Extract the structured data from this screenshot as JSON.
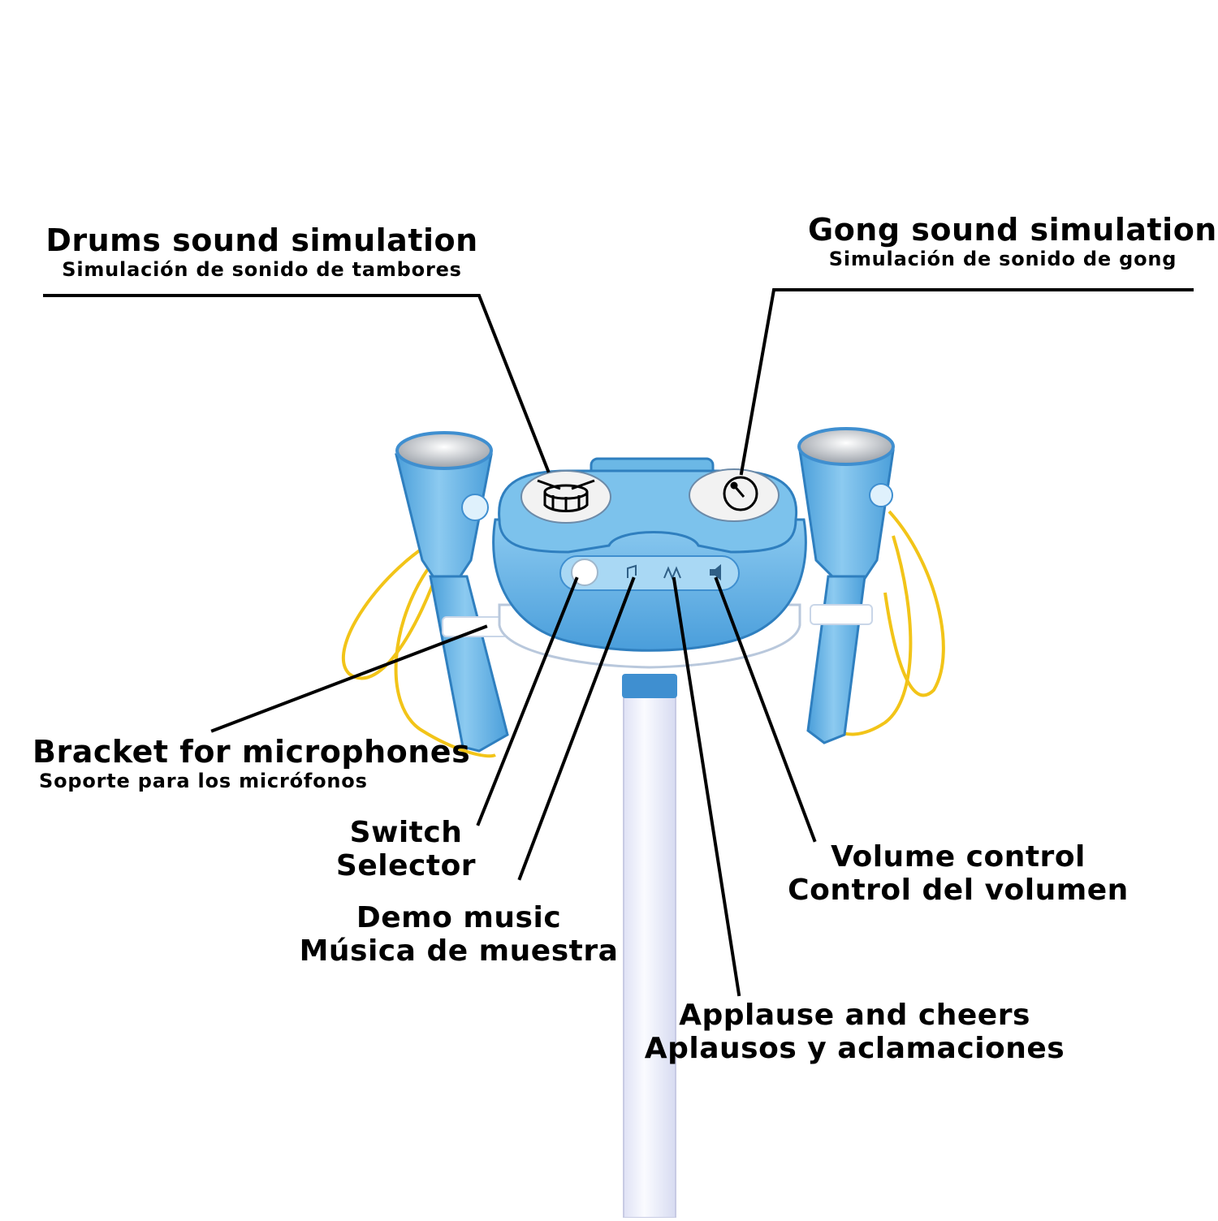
{
  "colors": {
    "body_blue": "#6bb8e6",
    "dark_blue": "#3f8fd0",
    "light_blue": "#a9d8f4",
    "cable_yellow": "#f2c418",
    "leader_black": "#000000",
    "pole_white": "#eef0fb"
  },
  "icons": {
    "drum_pad": "drum-icon",
    "gong_pad": "gong-icon",
    "demo_button": "music-note-icon",
    "applause_button": "applause-icon",
    "volume_button": "speaker-icon"
  },
  "labels": {
    "drums": {
      "en": "Drums sound simulation",
      "es": "Simulación de sonido de tambores"
    },
    "gong": {
      "en": "Gong sound simulation",
      "es": "Simulación de sonido de gong"
    },
    "bracket": {
      "en": "Bracket for microphones",
      "es": "Soporte para los micrófonos"
    },
    "switch": {
      "en": "Switch",
      "es": "Selector"
    },
    "demo": {
      "en": "Demo music",
      "es": "Música de muestra"
    },
    "volume": {
      "en": "Volume control",
      "es": "Control del volumen"
    },
    "applause": {
      "en": "Applause and cheers",
      "es": "Aplausos y aclamaciones"
    }
  }
}
